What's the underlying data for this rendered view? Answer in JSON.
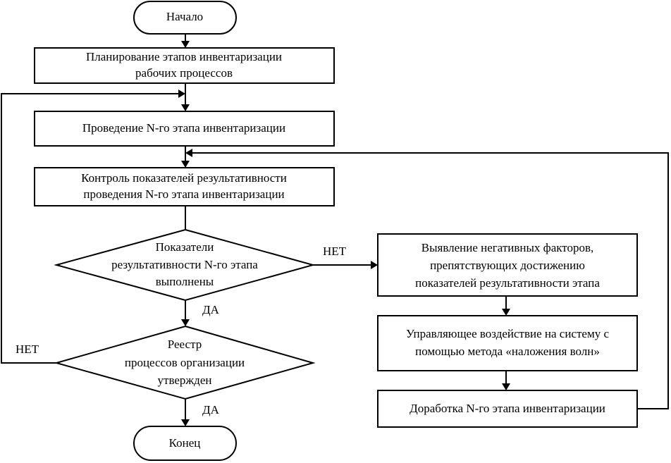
{
  "flowchart": {
    "start": "Начало",
    "plan": [
      "Планирование этапов инвентаризации",
      "рабочих процессов"
    ],
    "conduct": "Проведение N-го этапа инвентаризации",
    "control": [
      "Контроль показателей результативности",
      "проведения N-го этапа инвентаризации"
    ],
    "decision1": [
      "Показатели",
      "результативности N-го этапа",
      "выполнены"
    ],
    "decision2": [
      "Реестр",
      "процессов организации",
      "утвержден"
    ],
    "end": "Конец",
    "identify": [
      "Выявление негативных факторов,",
      "препятствующих достижению",
      "показателей результативности этапа"
    ],
    "manage": [
      "Управляющее воздействие на систему с",
      "помощью метода «наложения волн»"
    ],
    "refine": "Доработка N-го этапа инвентаризации",
    "label_no": "НЕТ",
    "label_yes": "ДА"
  }
}
